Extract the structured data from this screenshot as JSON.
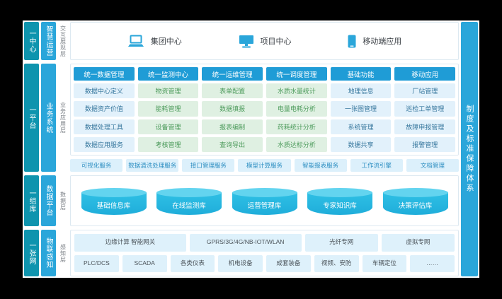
{
  "colors": {
    "accent_blue": "#2aa6da",
    "accent_teal": "#0e94ae",
    "header_blue": "#1f9cd6",
    "item_blue_bg": "#e2f1fb",
    "item_green_bg": "#dff0e2",
    "cylinder_cyan": "#2fc0e5",
    "frame_black": "#000000"
  },
  "left_nav": {
    "groups": [
      {
        "center": "一中心",
        "system": "智慧运营",
        "layer": "交互展现层"
      },
      {
        "center": "一平台",
        "system": "业务系统",
        "layer": "业务应用层"
      },
      {
        "center": "一组库",
        "system": "数据平台",
        "layer": "数据层"
      },
      {
        "center": "一张网",
        "system": "物联感知",
        "layer": "感知层"
      }
    ]
  },
  "right_bar": {
    "label": "制度及标准保障体系"
  },
  "display_layer": {
    "items": [
      {
        "icon": "laptop-icon",
        "label": "集团中心"
      },
      {
        "icon": "monitor-icon",
        "label": "项目中心"
      },
      {
        "icon": "phone-icon",
        "label": "移动端应用"
      }
    ]
  },
  "business": {
    "columns": [
      {
        "header": "统一数据管理",
        "theme": "blue",
        "items": [
          "数据中心定义",
          "数据资产价值",
          "数据处理工具",
          "数据应用服务"
        ]
      },
      {
        "header": "统一监测中心",
        "theme": "green",
        "items": [
          "物资管理",
          "能耗管理",
          "设备管理",
          "考核管理"
        ]
      },
      {
        "header": "统一运维管理",
        "theme": "green",
        "items": [
          "表单配置",
          "数据填报",
          "报表编制",
          "查询导出"
        ]
      },
      {
        "header": "统一调度管理",
        "theme": "green",
        "items": [
          "水质水量统计",
          "电量电耗分析",
          "药耗统计分析",
          "水质达标分析"
        ]
      },
      {
        "header": "基础功能",
        "theme": "blue",
        "items": [
          "地理信息",
          "一张图管理",
          "系统管理",
          "数据共享"
        ]
      },
      {
        "header": "移动应用",
        "theme": "blue",
        "items": [
          "厂站管理",
          "巡检工单管理",
          "故障申报管理",
          "报警管理"
        ]
      }
    ],
    "services": [
      "可视化服务",
      "数据清洗处理服务",
      "接口管理服务",
      "模型计算服务",
      "智能报表服务",
      "工作流引擎",
      "文档管理"
    ]
  },
  "data_layer": {
    "databases": [
      "基础信息库",
      "在线监测库",
      "运营管理库",
      "专家知识库",
      "决策评估库"
    ]
  },
  "perception": {
    "row1": [
      "边缘计算 智能网关",
      "GPRS/3G/4G/NB-IOT/WLAN",
      "光纤专网",
      "虚拟专网"
    ],
    "row2": [
      "PLC/DCS",
      "SCADA",
      "各类仪表",
      "机电设备",
      "成套装备",
      "视频、安防",
      "车辆定位",
      "……"
    ]
  }
}
